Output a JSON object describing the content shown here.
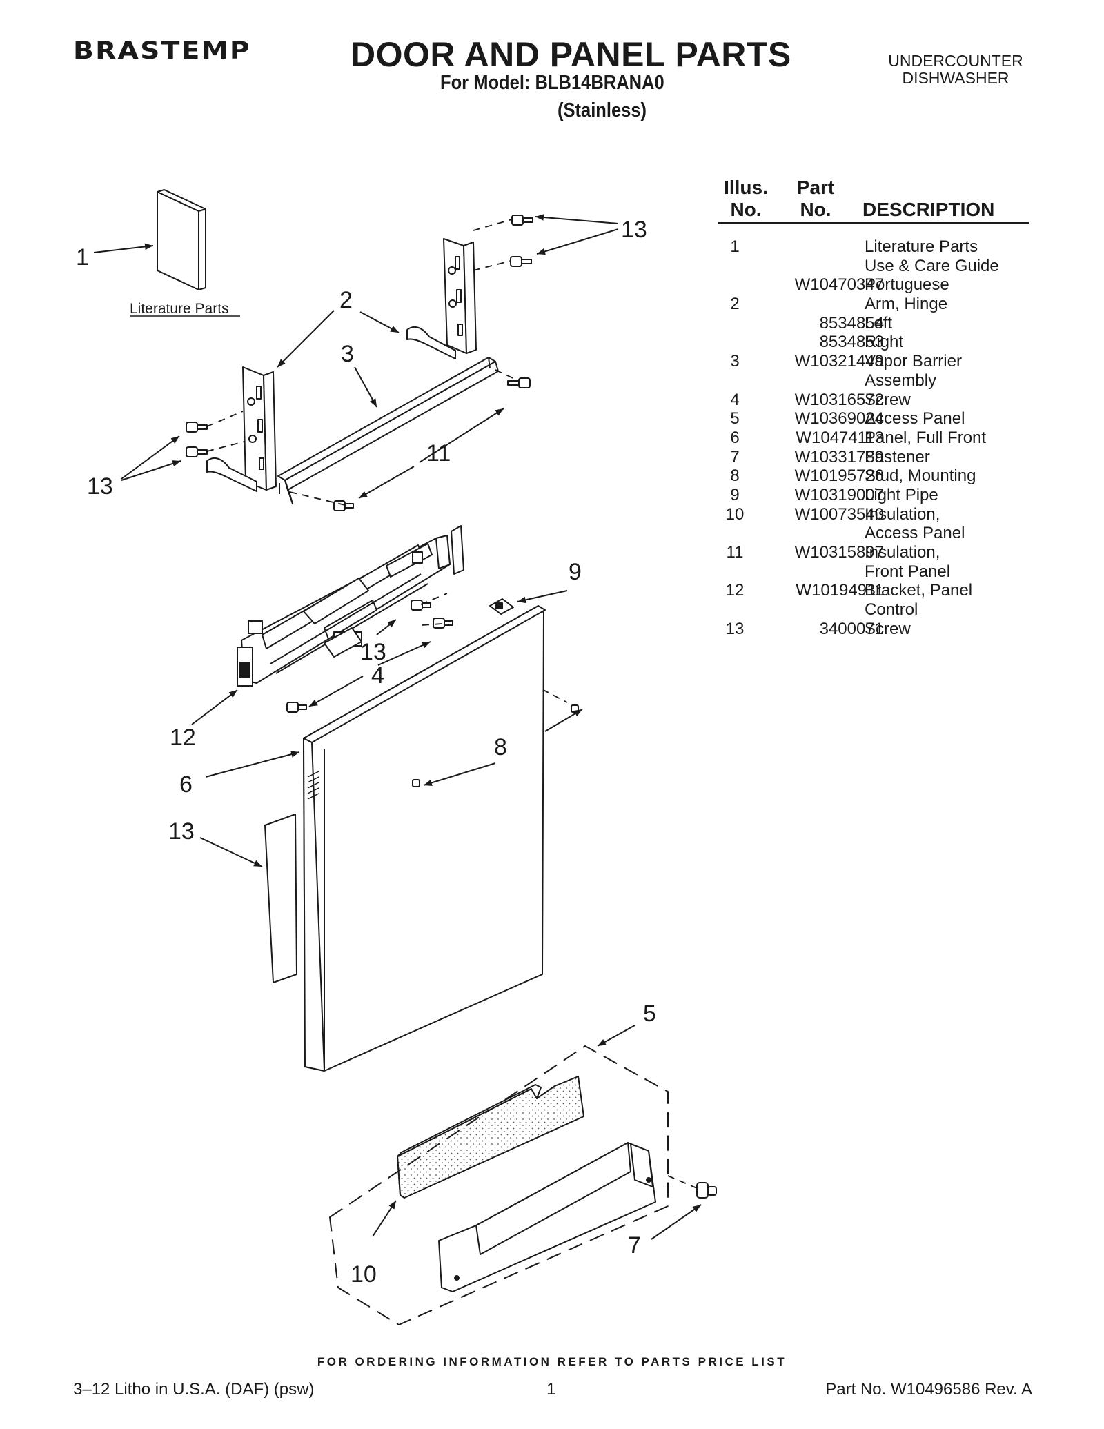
{
  "header": {
    "brand": "BRASTEMP",
    "title": "DOOR AND PANEL PARTS",
    "model_line": "For Model: BLB14BRANA0",
    "variant": "(Stainless)",
    "product_type_line1": "UNDERCOUNTER",
    "product_type_line2": "DISHWASHER"
  },
  "table": {
    "col_illus_1": "Illus.",
    "col_illus_2": "No.",
    "col_part_1": "Part",
    "col_part_2": "No.",
    "col_desc": "DESCRIPTION",
    "rows": [
      {
        "no": "1",
        "part": "",
        "desc": "Literature Parts"
      },
      {
        "no": "",
        "part": "",
        "desc": "Use & Care Guide"
      },
      {
        "no": "",
        "part": "W10470347",
        "desc": "Portuguese"
      },
      {
        "no": "2",
        "part": "",
        "desc": "Arm, Hinge"
      },
      {
        "no": "",
        "part": "8534854",
        "desc": "Left"
      },
      {
        "no": "",
        "part": "8534853",
        "desc": "Right"
      },
      {
        "no": "3",
        "part": "W10321449",
        "desc": "Vapor Barrier"
      },
      {
        "no": "",
        "part": "",
        "desc": "Assembly"
      },
      {
        "no": "4",
        "part": "W10316572",
        "desc": "Screw"
      },
      {
        "no": "5",
        "part": "W10369024",
        "desc": "Access Panel"
      },
      {
        "no": "6",
        "part": "W10474113",
        "desc": "Panel, Full Front"
      },
      {
        "no": "7",
        "part": "W10331789",
        "desc": "Fastener"
      },
      {
        "no": "8",
        "part": "W10195726",
        "desc": "Stud, Mounting"
      },
      {
        "no": "9",
        "part": "W10319007",
        "desc": "Light Pipe"
      },
      {
        "no": "10",
        "part": "W10073540",
        "desc": "Insulation,"
      },
      {
        "no": "",
        "part": "",
        "desc": "Access Panel"
      },
      {
        "no": "11",
        "part": "W10315897",
        "desc": "Insulation,"
      },
      {
        "no": "",
        "part": "",
        "desc": "Front Panel"
      },
      {
        "no": "12",
        "part": "W10194911",
        "desc": "Bracket, Panel"
      },
      {
        "no": "",
        "part": "",
        "desc": "Control"
      },
      {
        "no": "13",
        "part": "3400071",
        "desc": "Screw"
      }
    ]
  },
  "diagram": {
    "literature_caption": "Literature Parts",
    "callouts": {
      "c1": "1",
      "c2": "2",
      "c3": "3",
      "c4": "4",
      "c5": "5",
      "c6": "6",
      "c7": "7",
      "c8": "8",
      "c9": "9",
      "c10": "10",
      "c11": "11",
      "c12": "12",
      "c13a": "13",
      "c13b": "13",
      "c13c": "13",
      "c13d": "13"
    }
  },
  "footer": {
    "ordering_note": "FOR ORDERING INFORMATION REFER TO PARTS PRICE LIST",
    "litho": "3–12 Litho in U.S.A. (DAF) (psw)",
    "page": "1",
    "part_no": "Part No. W10496586 Rev. A"
  }
}
